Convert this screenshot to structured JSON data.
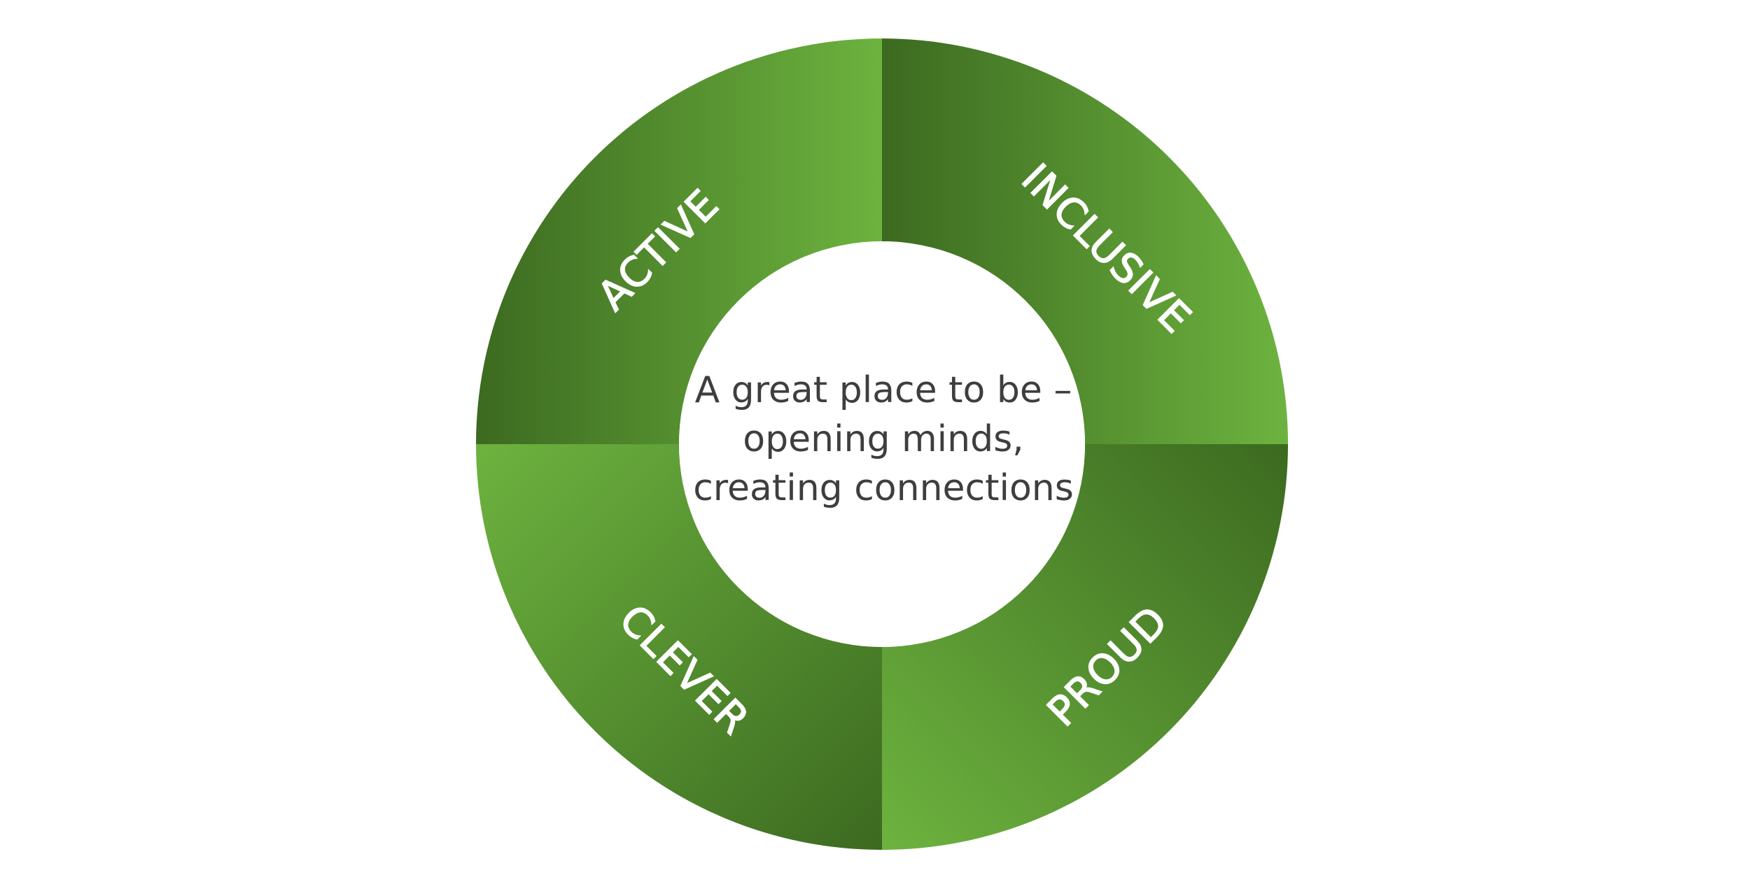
{
  "diagram": {
    "segments": [
      {
        "label": "ACTIVE"
      },
      {
        "label": "INCLUSIVE"
      },
      {
        "label": "PROUD"
      },
      {
        "label": "CLEVER"
      }
    ],
    "center_text": {
      "line1": "A great place to be –",
      "line2": "opening minds,",
      "line3": "creating connections"
    },
    "colors": {
      "green_light": "#6db33f",
      "green_dark": "#3e6b21",
      "center_fill": "#ffffff",
      "label_color": "#ffffff",
      "center_text_color": "#3e3e3e"
    }
  }
}
